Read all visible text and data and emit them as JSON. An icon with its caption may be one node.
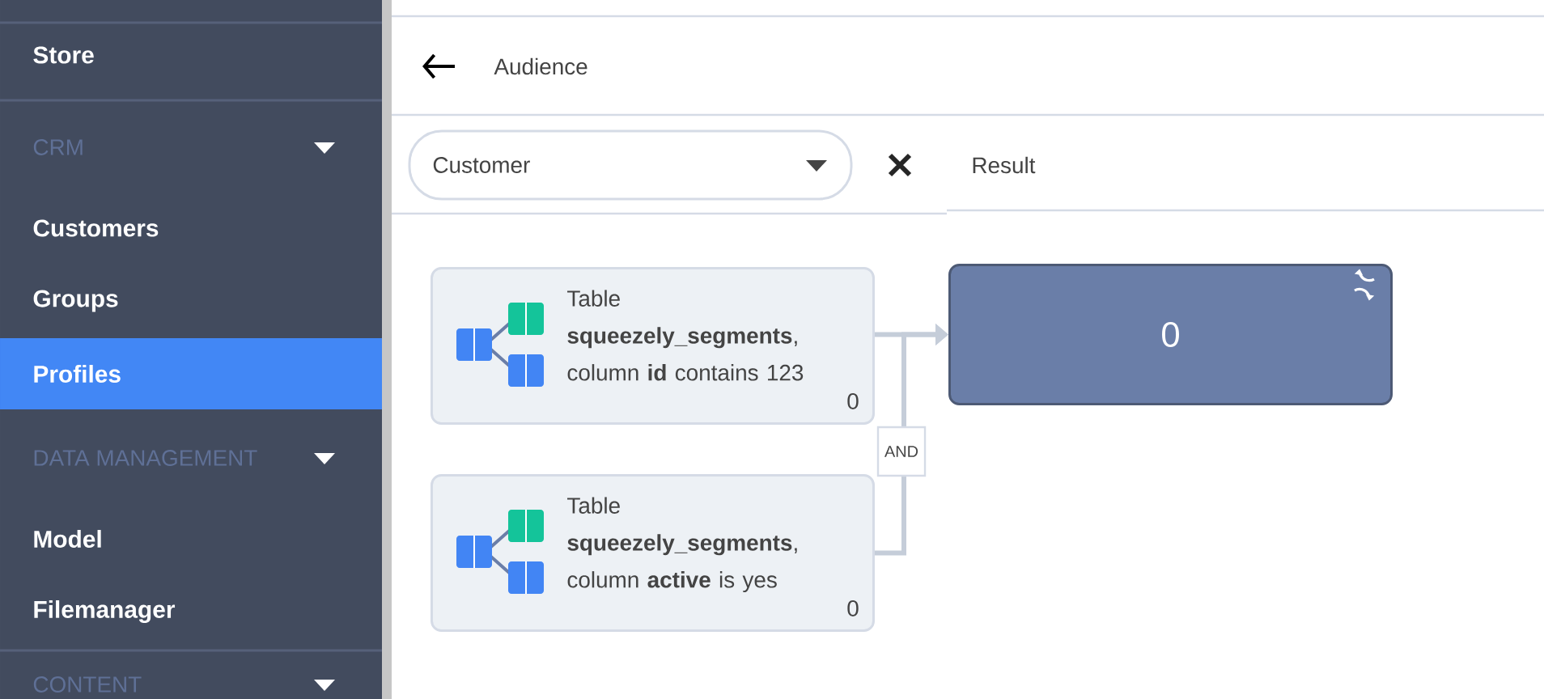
{
  "diagram": {
    "nodes": [
      {
        "text": [
          "Table **squeezely_segments**, column **id** contains 123",
          "0"
        ]
      },
      {
        "text": [
          "Table **squeezely_segments**, column **active** is yes",
          "0"
        ]
      },
      {
        "text": [
          "0"
        ]
      }
    ],
    "edges": [
      {
        "from": 0,
        "to": 2,
        "arrow": "to"
      },
      {
        "from": 1,
        "to": 2,
        "arrow": "to",
        "label": "AND"
      }
    ],
    "labels": [
      "Store",
      "CRM",
      "Customers",
      "Groups",
      "Profiles",
      "DATA MANAGEMENT",
      "Model",
      "Filemanager",
      "CONTENT",
      "Audience",
      "Customer",
      "Result"
    ]
  }
}
